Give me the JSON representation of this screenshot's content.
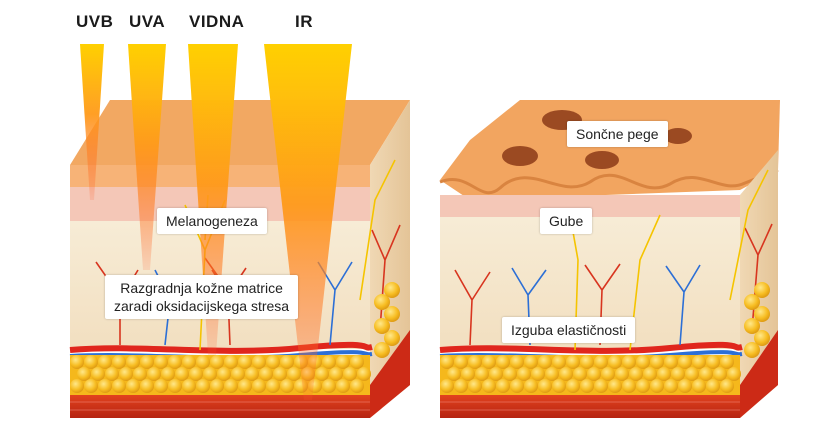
{
  "rays": [
    {
      "label": "UVB"
    },
    {
      "label": "UVA"
    },
    {
      "label": "VIDNA"
    },
    {
      "label": "IR"
    }
  ],
  "left_block": {
    "labels": {
      "melanogenesis": "Melanogeneza",
      "matrix_line1": "Razgradnja kožne matrice",
      "matrix_line2": "zaradi oksidacijskega stresa"
    }
  },
  "right_block": {
    "labels": {
      "sun_spots": "Sončne pege",
      "wrinkles": "Gube",
      "elasticity": "Izguba elastičnosti"
    }
  },
  "colors": {
    "epidermis_top": "#f2a25c",
    "epidermis_side": "#f7c8a8",
    "dermis": "#f6e9d0",
    "fat": "#f5b81c",
    "muscle": "#d8321c",
    "artery": "#e0261d",
    "vein": "#2c6fd6",
    "ray": "#ffb300"
  }
}
